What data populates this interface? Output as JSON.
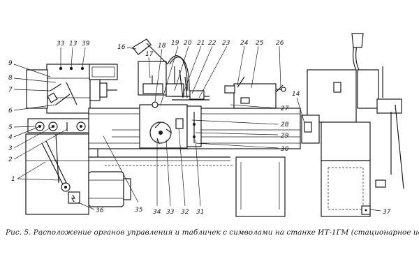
{
  "caption": {
    "prefix": "Рис. 5.",
    "text": "Расположение органов управления и табличек с символами на станке ИТ-1ГМ (стационарное исполнение)"
  },
  "labels": [
    {
      "id": "33t",
      "text": "33"
    },
    {
      "id": "13",
      "text": "13"
    },
    {
      "id": "39",
      "text": "39"
    },
    {
      "id": "16",
      "text": "16"
    },
    {
      "id": "17",
      "text": "17"
    },
    {
      "id": "18",
      "text": "18"
    },
    {
      "id": "19",
      "text": "19"
    },
    {
      "id": "20",
      "text": "20"
    },
    {
      "id": "21",
      "text": "21"
    },
    {
      "id": "22",
      "text": "22"
    },
    {
      "id": "23",
      "text": "23"
    },
    {
      "id": "24",
      "text": "24"
    },
    {
      "id": "25",
      "text": "25"
    },
    {
      "id": "26",
      "text": "26"
    },
    {
      "id": "9",
      "text": "9"
    },
    {
      "id": "8",
      "text": "8"
    },
    {
      "id": "7",
      "text": "7"
    },
    {
      "id": "6",
      "text": "6"
    },
    {
      "id": "5",
      "text": "5"
    },
    {
      "id": "4",
      "text": "4"
    },
    {
      "id": "3",
      "text": "3"
    },
    {
      "id": "2",
      "text": "2"
    },
    {
      "id": "1",
      "text": "1"
    },
    {
      "id": "36",
      "text": "36"
    },
    {
      "id": "35",
      "text": "35"
    },
    {
      "id": "34",
      "text": "34"
    },
    {
      "id": "33b",
      "text": "33"
    },
    {
      "id": "32",
      "text": "32"
    },
    {
      "id": "31",
      "text": "31"
    },
    {
      "id": "30",
      "text": "30"
    },
    {
      "id": "29",
      "text": "29"
    },
    {
      "id": "28",
      "text": "28"
    },
    {
      "id": "27",
      "text": "27"
    },
    {
      "id": "14",
      "text": "14"
    },
    {
      "id": "37",
      "text": "37"
    }
  ]
}
